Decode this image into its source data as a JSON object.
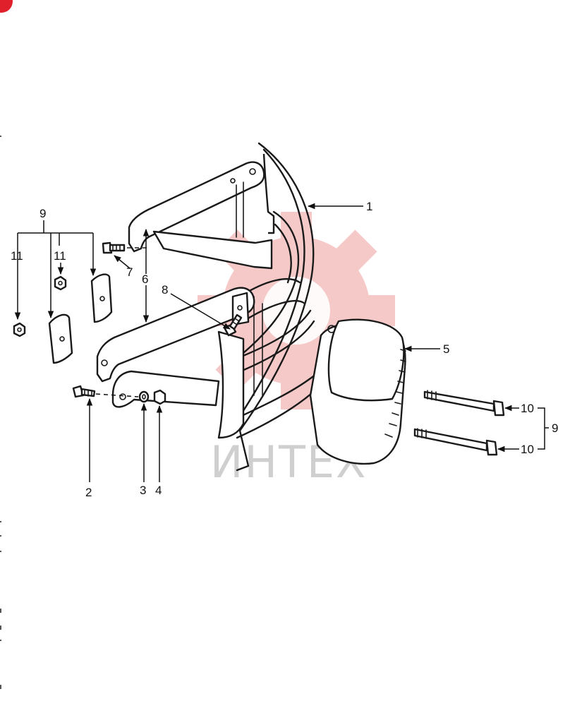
{
  "watermark": {
    "text": "ИНТЕХ",
    "gear_color": "#f4b8b8",
    "text_color": "#cfcfcf"
  },
  "corner_badge_color": "#e0202a",
  "callouts": {
    "c1": "1",
    "c2": "2",
    "c3": "3",
    "c4": "4",
    "c5": "5",
    "c6": "6",
    "c7": "7",
    "c8": "8",
    "c9_left": "9",
    "c9_right": "9",
    "c10_top": "10",
    "c10_bottom": "10",
    "c11_a": "11",
    "c11_b": "11"
  }
}
